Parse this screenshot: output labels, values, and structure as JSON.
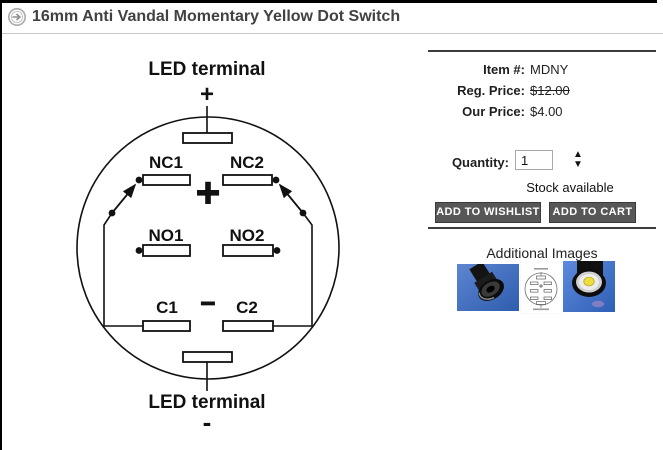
{
  "header": {
    "title": "16mm Anti Vandal Momentary Yellow Dot Switch",
    "icon": "circled-right-arrow"
  },
  "diagram": {
    "top_terminal": {
      "label": "LED terminal",
      "polarity": "+"
    },
    "bottom_terminal": {
      "label": "LED terminal",
      "polarity": "-"
    },
    "center_symbol": "+",
    "common_symbol": "−",
    "contacts": {
      "nc1": "NC1",
      "nc2": "NC2",
      "no1": "NO1",
      "no2": "NO2",
      "c1": "C1",
      "c2": "C2"
    }
  },
  "product": {
    "item_label": "Item #:",
    "item_value": "MDNY",
    "reg_price_label": "Reg. Price:",
    "reg_price_value": "$12.00",
    "our_price_label": "Our Price:",
    "our_price_value": "$4.00",
    "quantity_label": "Quantity:",
    "quantity_value": "1",
    "stock_status": "Stock available",
    "wishlist_button": "ADD TO WISHLIST",
    "cart_button": "ADD TO CART"
  },
  "additional_images": {
    "heading": "Additional Images",
    "thumbnails": [
      {
        "name": "switch-side-view-photo"
      },
      {
        "name": "wiring-diagram-small"
      },
      {
        "name": "switch-front-yellow-dot-photo"
      }
    ]
  },
  "icons": {
    "stepper_up": "▲",
    "stepper_down": "▼"
  },
  "colors": {
    "button_bg": "#575757",
    "button_text": "#ffffff",
    "thumb_blue": "#3f6fc8",
    "yellow_dot": "#ecdf3d",
    "divider_dark": "#3c3c3c",
    "header_line": "#c8c8c8"
  }
}
